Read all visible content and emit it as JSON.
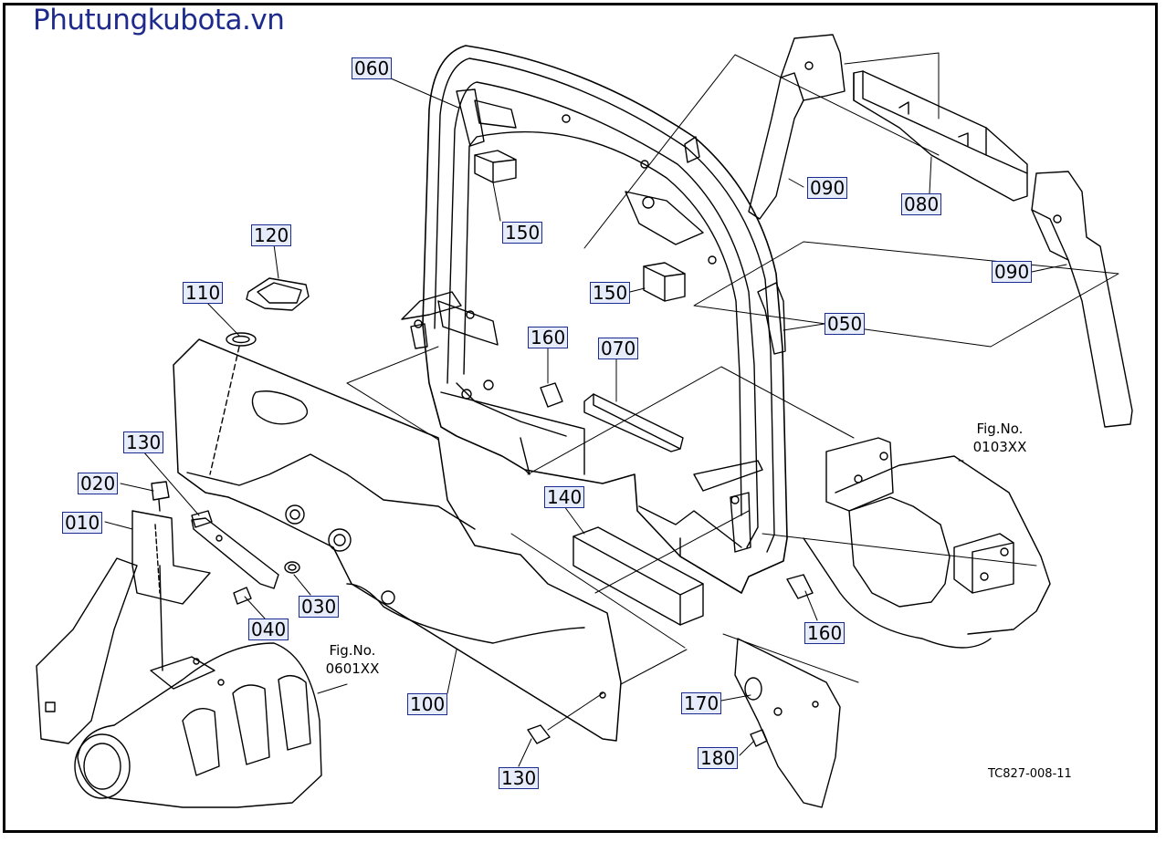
{
  "brand": "Phutungkubota.vn",
  "doc_code": "TC827-008-11",
  "figure_refs": [
    {
      "id": "fig-0103",
      "label": "Fig.No.",
      "code": "0103XX"
    },
    {
      "id": "fig-0601",
      "label": "Fig.No.",
      "code": "0601XX"
    }
  ],
  "parts": [
    {
      "id": "p060",
      "label": "060"
    },
    {
      "id": "p090a",
      "label": "090"
    },
    {
      "id": "p080",
      "label": "080"
    },
    {
      "id": "p120",
      "label": "120"
    },
    {
      "id": "p150a",
      "label": "150"
    },
    {
      "id": "p090b",
      "label": "090"
    },
    {
      "id": "p110",
      "label": "110"
    },
    {
      "id": "p150b",
      "label": "150"
    },
    {
      "id": "p050",
      "label": "050"
    },
    {
      "id": "p160a",
      "label": "160"
    },
    {
      "id": "p070",
      "label": "070"
    },
    {
      "id": "p130a",
      "label": "130"
    },
    {
      "id": "p020",
      "label": "020"
    },
    {
      "id": "p140",
      "label": "140"
    },
    {
      "id": "p010",
      "label": "010"
    },
    {
      "id": "p030",
      "label": "030"
    },
    {
      "id": "p040",
      "label": "040"
    },
    {
      "id": "p160b",
      "label": "160"
    },
    {
      "id": "p100",
      "label": "100"
    },
    {
      "id": "p170",
      "label": "170"
    },
    {
      "id": "p180",
      "label": "180"
    },
    {
      "id": "p130b",
      "label": "130"
    }
  ],
  "colors": {
    "label_fill": "#e7ecfb",
    "label_border": "#1c2b8f",
    "brand": "#1e2a8c",
    "line": "#000000"
  }
}
